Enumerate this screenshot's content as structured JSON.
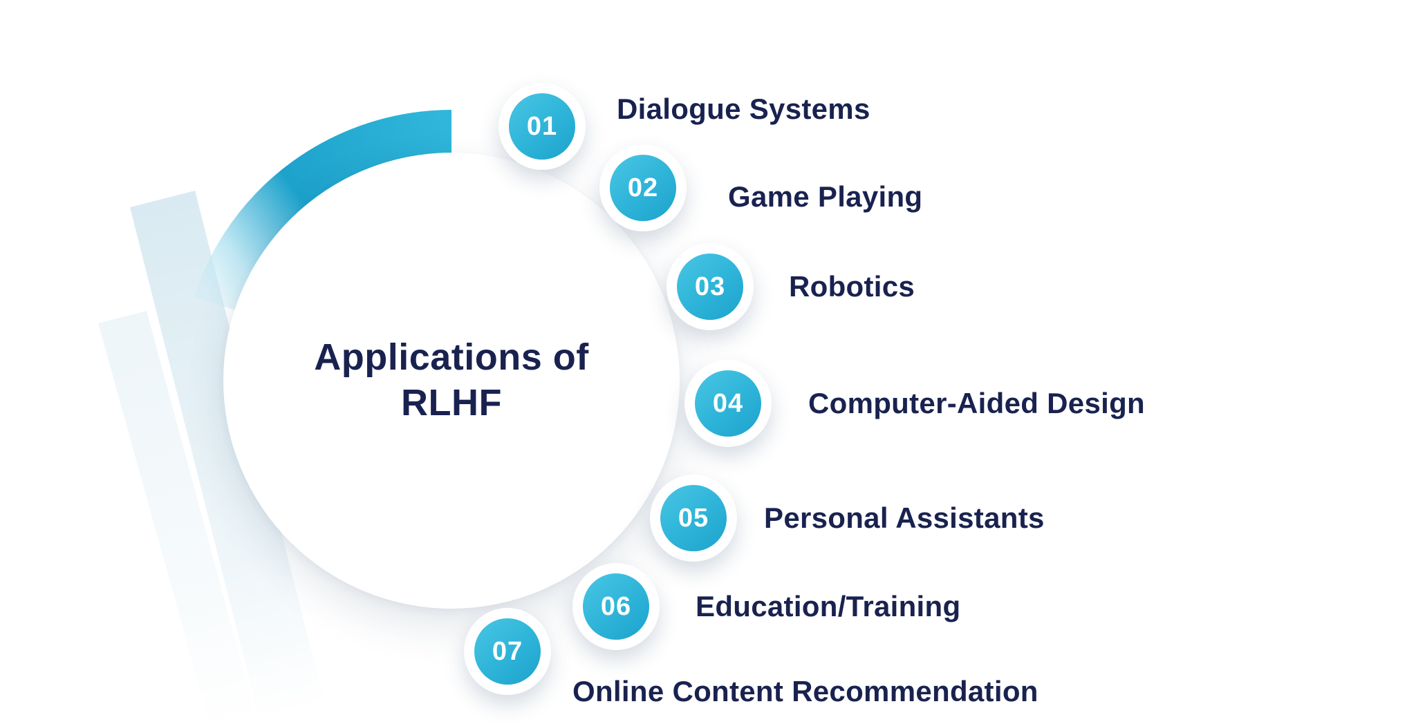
{
  "title": {
    "lines": [
      "Applications of",
      "RLHF"
    ],
    "full": "Applications of RLHF"
  },
  "items": [
    {
      "number": "01",
      "label": "Dialogue Systems"
    },
    {
      "number": "02",
      "label": "Game Playing"
    },
    {
      "number": "03",
      "label": "Robotics"
    },
    {
      "number": "04",
      "label": "Computer-Aided Design"
    },
    {
      "number": "05",
      "label": "Personal Assistants"
    },
    {
      "number": "06",
      "label": "Education/Training"
    },
    {
      "number": "07",
      "label": "Online Content Recommendation"
    }
  ],
  "colors": {
    "accent": "#30b6da",
    "accent_bright": "#4ac6e4",
    "accent_dark": "#1da2cc",
    "accent_light": "#bfe7f3",
    "navy": "#19224f",
    "stripe": "#d7e9f1",
    "background": "#ffffff"
  }
}
